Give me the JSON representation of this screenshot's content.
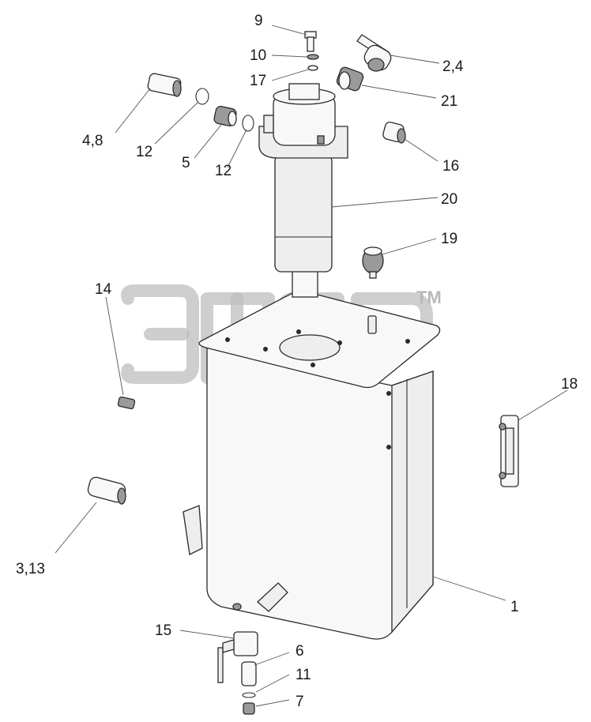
{
  "watermark": {
    "text": "ЭТСП",
    "trademark": "TM"
  },
  "callouts": {
    "c9": "9",
    "c10": "10",
    "c17": "17",
    "c2_4": "2,4",
    "c21": "21",
    "c4_8": "4,8",
    "c12a": "12",
    "c5": "5",
    "c12b": "12",
    "c16": "16",
    "c20": "20",
    "c19": "19",
    "c14": "14",
    "c18": "18",
    "c3_13": "3,13",
    "c1": "1",
    "c15": "15",
    "c6": "6",
    "c11": "11",
    "c7": "7"
  },
  "colors": {
    "line": "#2a2a2a",
    "watermark": "#bdbdbd",
    "fill": "#eeeeee"
  }
}
